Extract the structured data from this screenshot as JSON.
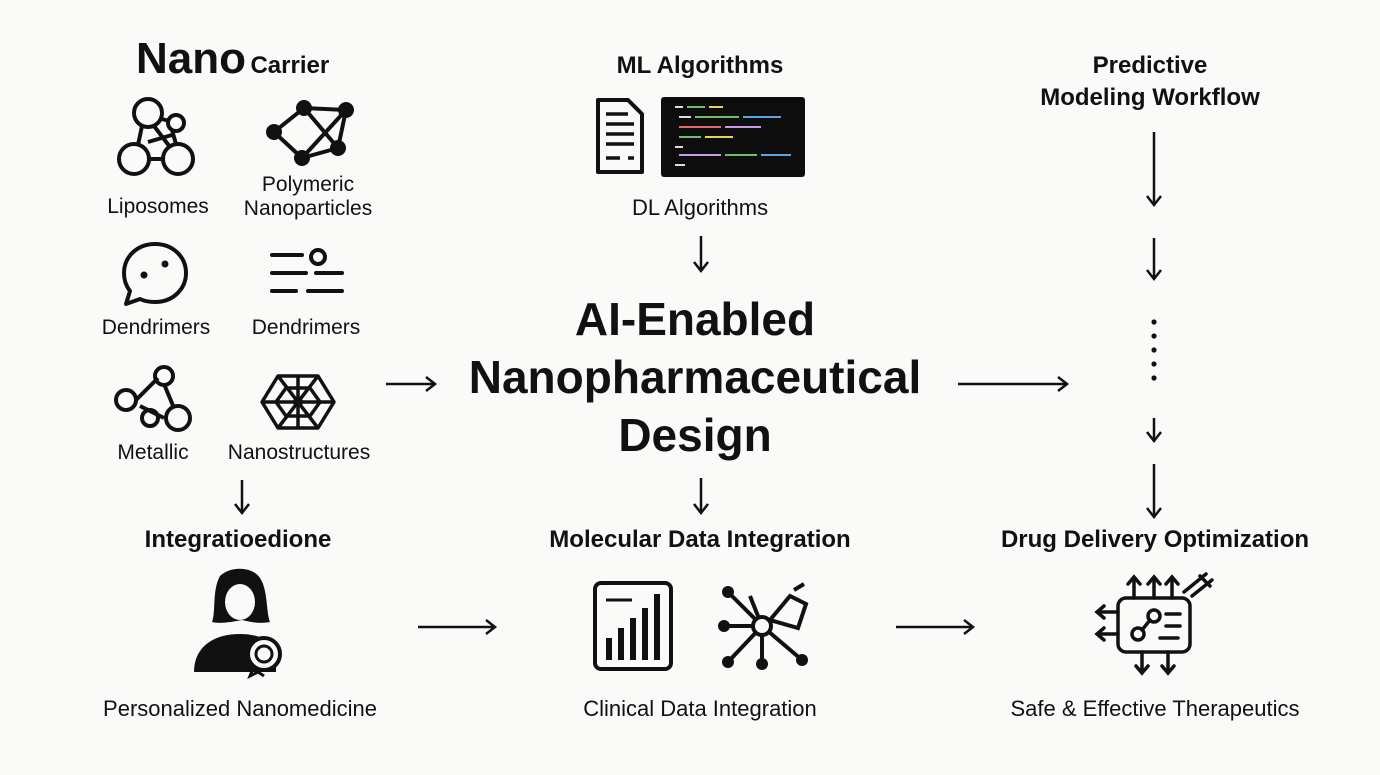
{
  "title": {
    "line1": "AI-Enabled",
    "line2": "Nanopharmaceutical",
    "line3": "Design"
  },
  "left": {
    "heading_big": "Nano",
    "heading_small": "Carrier",
    "carriers": {
      "liposomes": "Liposomes",
      "polymeric_line1": "Polymeric",
      "polymeric_line2": "Nanoparticles",
      "dendrimers_a": "Dendrimers",
      "dendrimers_b": "Dendrimers",
      "metallic": "Metallic",
      "nanostructures": "Nanostructures"
    },
    "integration_heading": "Integratioedione",
    "personalized": "Personalized Nanomedicine"
  },
  "middle": {
    "ml_heading": "ML Algorithms",
    "dl_label": "DL Algorithms",
    "molecular_heading": "Molecular Data Integration",
    "clinical_label": "Clinical Data Integration"
  },
  "right": {
    "workflow_line1": "Predictive",
    "workflow_line2": "Modeling Workflow",
    "optimization_heading": "Drug Delivery Optimization",
    "therapeutics_label": "Safe & Effective Therapeutics"
  }
}
